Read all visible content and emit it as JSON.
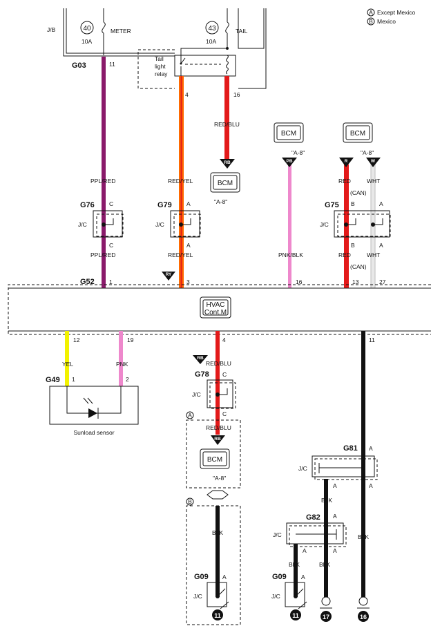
{
  "legend": {
    "a_symbol": "A",
    "a_text": "Except Mexico",
    "b_symbol": "B",
    "b_text": "Mexico"
  },
  "jb": {
    "label": "J/B",
    "fuse_meter_num": "40",
    "fuse_meter_name": "METER",
    "fuse_meter_amp": "10A",
    "fuse_tail_num": "43",
    "fuse_tail_name": "TAIL",
    "fuse_tail_amp": "10A",
    "relay_label_1": "Tail",
    "relay_label_2": "light",
    "relay_label_3": "relay"
  },
  "connectors": {
    "g03": "G03",
    "g03_pin": "11",
    "relay_pin_4": "4",
    "relay_pin_16": "16",
    "g76": "G76",
    "g79": "G79",
    "g75": "G75",
    "g52": "G52",
    "g49": "G49",
    "g78": "G78",
    "g81": "G81",
    "g82": "G82",
    "g09": "G09"
  },
  "wires": {
    "ppl_red": "PPL/RED",
    "red_yel": "RED/YEL",
    "red_blu": "RED/BLU",
    "pnk_blk": "PNK/BLK",
    "red": "RED",
    "wht": "WHT",
    "can": "(CAN)",
    "yel": "YEL",
    "pnk": "PNK",
    "blk": "BLK"
  },
  "badges": {
    "rb": "RB",
    "pb": "PB",
    "r": "R",
    "w": "W",
    "ry": "RY"
  },
  "bcm": {
    "label": "BCM",
    "ref": "\"A-8\""
  },
  "hvac": {
    "line1": "HVAC",
    "line2": "Cont.M"
  },
  "jc": "J/C",
  "pins": {
    "a": "A",
    "b": "B",
    "c": "C",
    "g52_1": "1",
    "g52_3": "3",
    "g52_16": "16",
    "g52_13": "13",
    "g52_27": "27",
    "hvac_12": "12",
    "hvac_19": "19",
    "hvac_4": "4",
    "hvac_11": "11",
    "g49_1": "1",
    "g49_2": "2"
  },
  "sunload": "Sunload sensor",
  "grounds": {
    "g11": "11",
    "g17": "17",
    "g16": "16"
  },
  "colors": {
    "purple": "#8a1a6a",
    "orange": "#ff6a00",
    "red": "#e31a1a",
    "pink": "#ee88cc",
    "yellow": "#f2f200",
    "black": "#111111",
    "white_wire": "#d6d6d6"
  }
}
